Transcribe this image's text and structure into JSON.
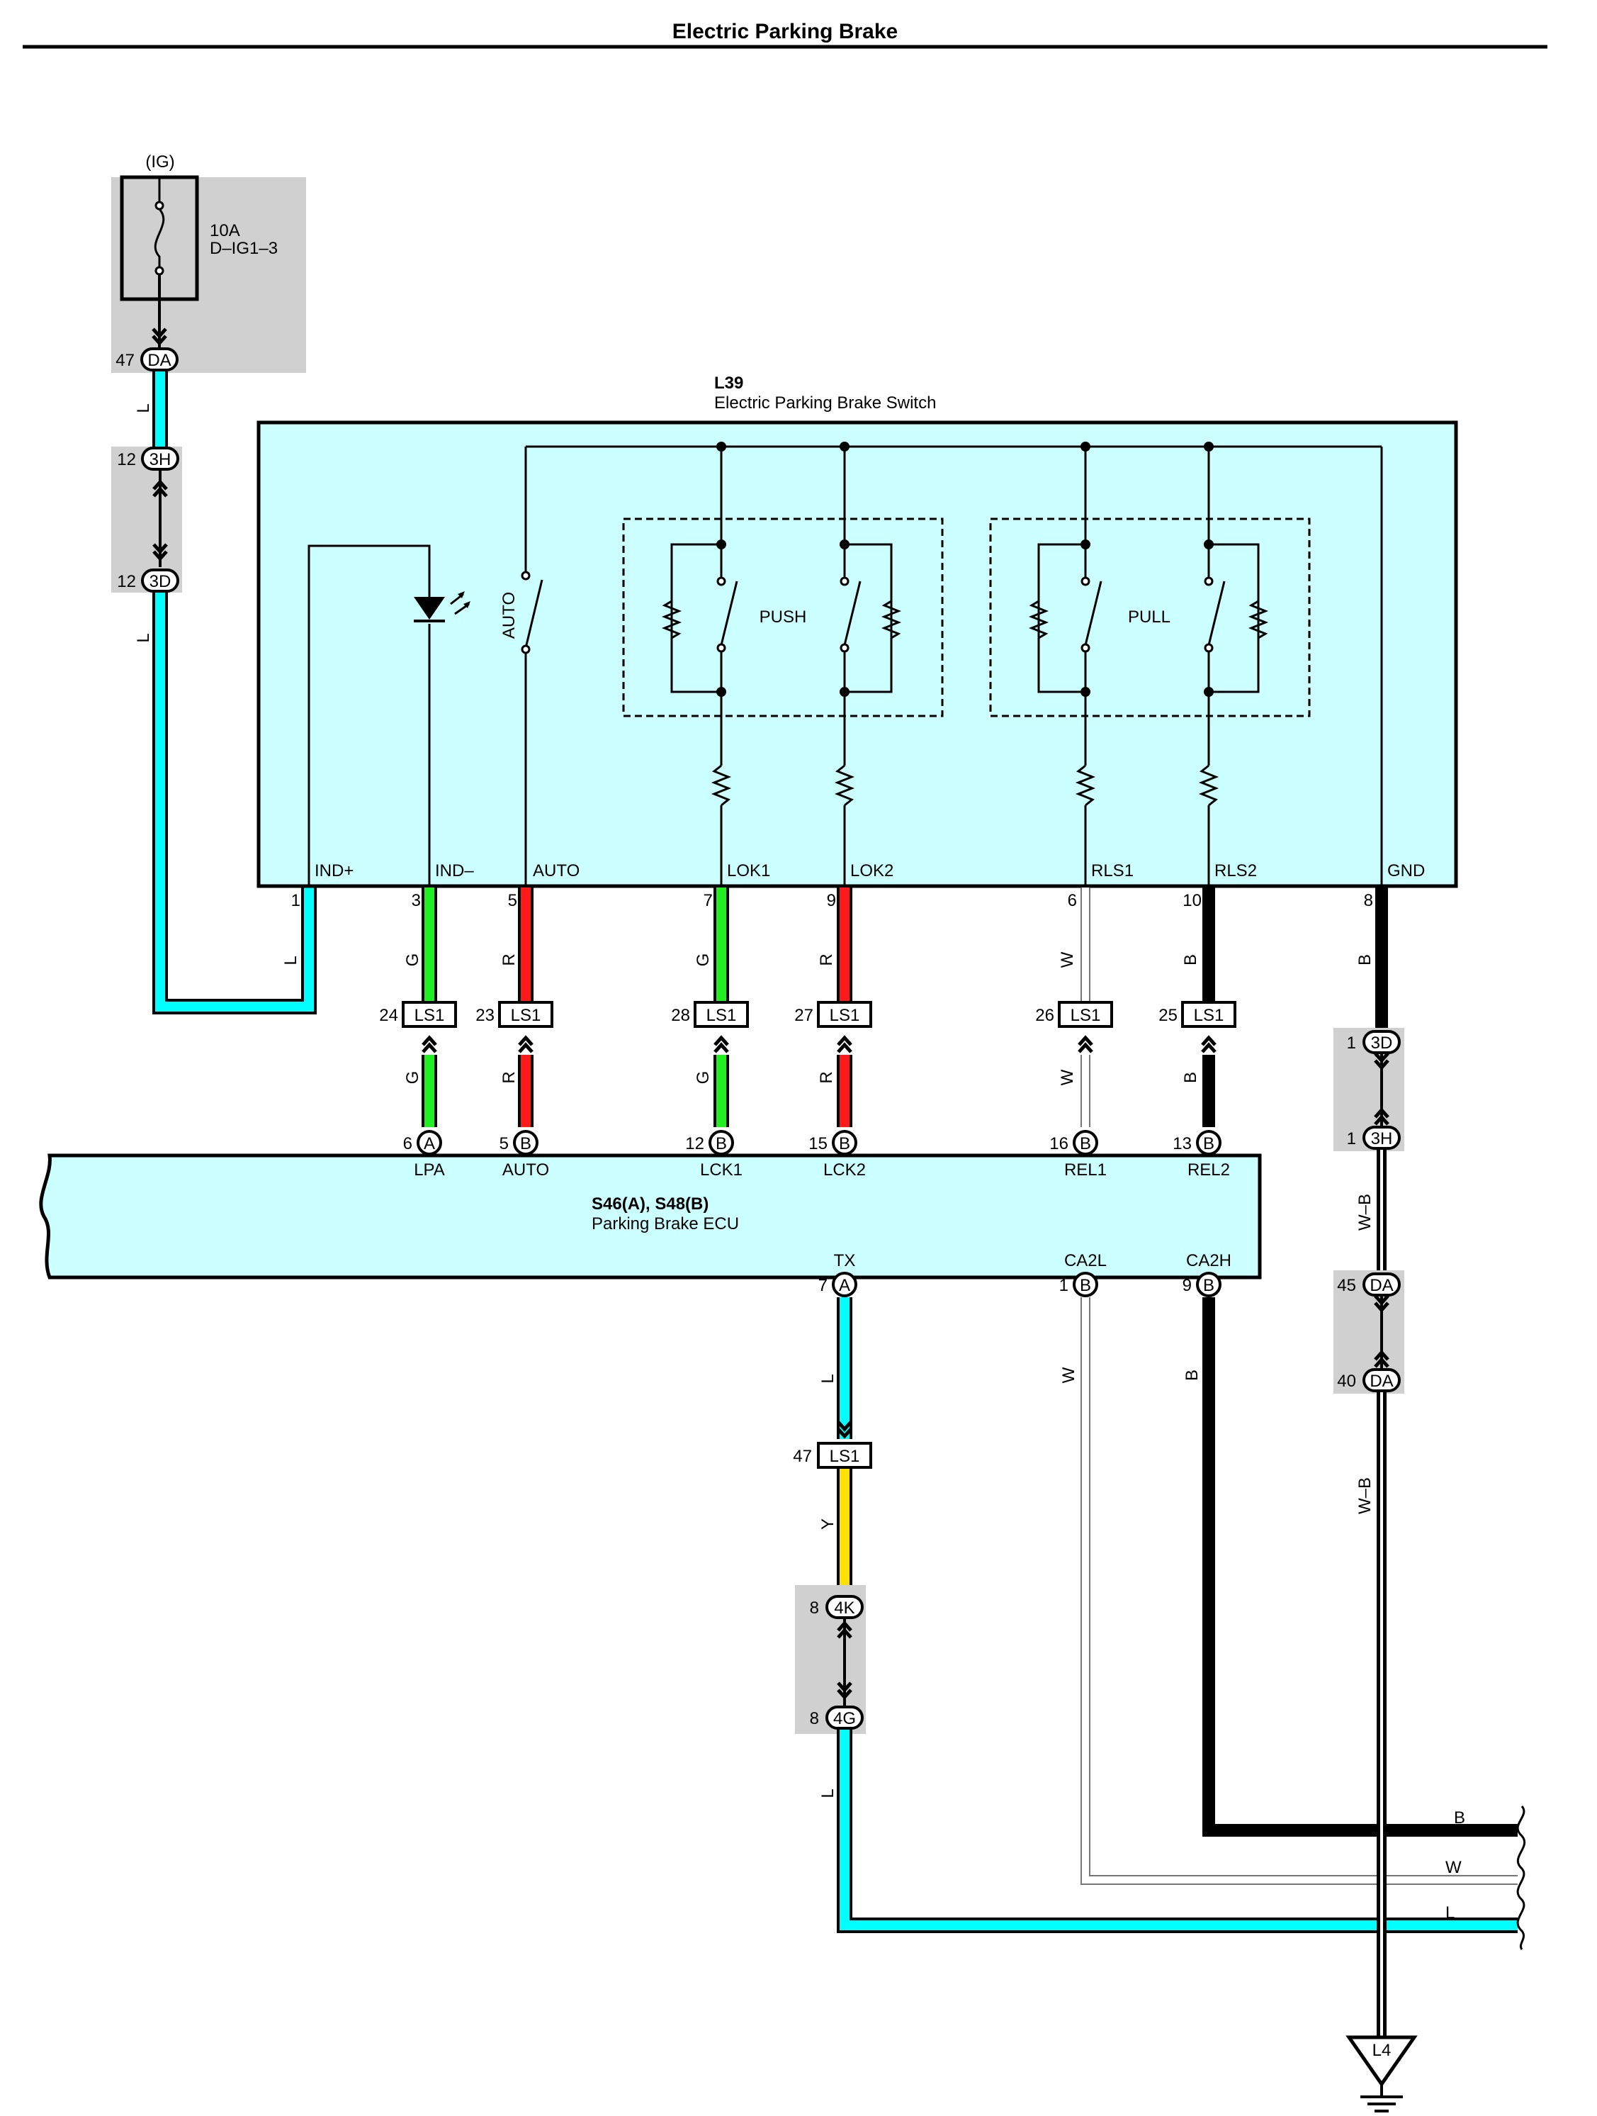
{
  "title": "Electric Parking Brake",
  "colors": {
    "L": "#00ffff",
    "G": "#22ee22",
    "R": "#ff1a1a",
    "Y": "#ffe000",
    "B": "#000000",
    "W": "#ffffff",
    "component_fill": "#ccffff",
    "splice_box": "#d0d0d0"
  },
  "fuse": {
    "power": "(IG)",
    "rating": "10A",
    "name": "D–IG1–3",
    "connector": "DA",
    "pin": "47"
  },
  "switch": {
    "code": "L39",
    "name": "Electric Parking Brake Switch",
    "auto_label": "AUTO",
    "push_label": "PUSH",
    "pull_label": "PULL",
    "terminals": [
      {
        "name": "IND+",
        "pin": "1"
      },
      {
        "name": "IND–",
        "pin": "3"
      },
      {
        "name": "AUTO",
        "pin": "5"
      },
      {
        "name": "LOK1",
        "pin": "7"
      },
      {
        "name": "LOK2",
        "pin": "9"
      },
      {
        "name": "RLS1",
        "pin": "6"
      },
      {
        "name": "RLS2",
        "pin": "10"
      },
      {
        "name": "GND",
        "pin": "8"
      }
    ]
  },
  "ls1_connectors": [
    {
      "pin": "24",
      "name": "LS1"
    },
    {
      "pin": "23",
      "name": "LS1"
    },
    {
      "pin": "28",
      "name": "LS1"
    },
    {
      "pin": "27",
      "name": "LS1"
    },
    {
      "pin": "26",
      "name": "LS1"
    },
    {
      "pin": "25",
      "name": "LS1"
    },
    {
      "pin": "47",
      "name": "LS1"
    }
  ],
  "ecu": {
    "code": "S46(A), S48(B)",
    "name": "Parking Brake ECU",
    "top_terminals": [
      {
        "pin": "6",
        "conn": "A",
        "name": "LPA"
      },
      {
        "pin": "5",
        "conn": "B",
        "name": "AUTO"
      },
      {
        "pin": "12",
        "conn": "B",
        "name": "LCK1"
      },
      {
        "pin": "15",
        "conn": "B",
        "name": "LCK2"
      },
      {
        "pin": "16",
        "conn": "B",
        "name": "REL1"
      },
      {
        "pin": "13",
        "conn": "B",
        "name": "REL2"
      }
    ],
    "bottom_terminals": [
      {
        "pin": "7",
        "conn": "A",
        "name": "TX"
      },
      {
        "pin": "1",
        "conn": "B",
        "name": "CA2L"
      },
      {
        "pin": "9",
        "conn": "B",
        "name": "CA2H"
      }
    ]
  },
  "junctions": [
    {
      "pin": "12",
      "conn": "3H"
    },
    {
      "pin": "12",
      "conn": "3D"
    },
    {
      "pin": "1",
      "conn": "3D"
    },
    {
      "pin": "1",
      "conn": "3H"
    },
    {
      "pin": "45",
      "conn": "DA"
    },
    {
      "pin": "40",
      "conn": "DA"
    },
    {
      "pin": "8",
      "conn": "4K"
    },
    {
      "pin": "8",
      "conn": "4G"
    }
  ],
  "wire_labels": {
    "L": "L",
    "G": "G",
    "R": "R",
    "W": "W",
    "B": "B",
    "Y": "Y",
    "WB": "W–B"
  },
  "ground": "L4",
  "outputs": [
    "B",
    "W",
    "L"
  ]
}
